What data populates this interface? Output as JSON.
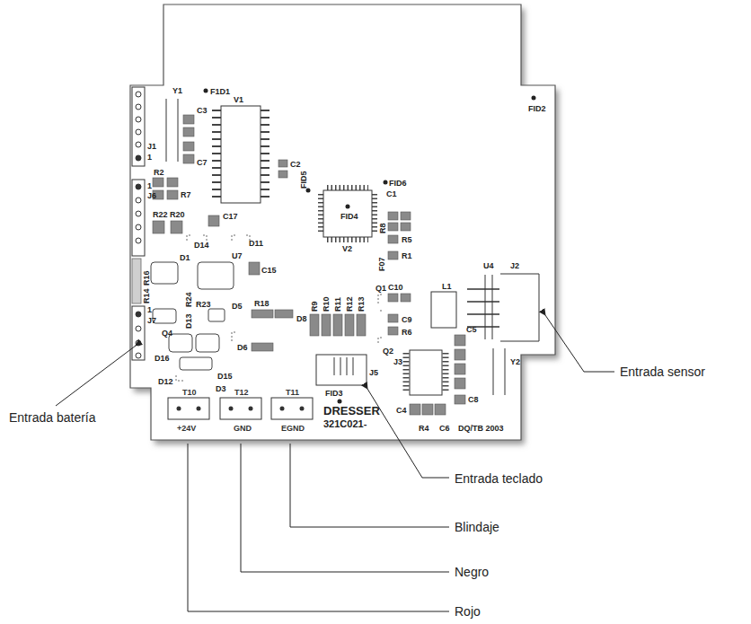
{
  "diagram": {
    "labels": [
      "Y1",
      "F1D1",
      "V1",
      "C3",
      "J1",
      "1",
      "C7",
      "C2",
      "FID5",
      "FID6",
      "C1",
      "FID4",
      "V2",
      "R8",
      "R5",
      "F07",
      "R1",
      "FID2",
      "R2",
      "1",
      "J6",
      "R7",
      "R22",
      "R20",
      "C17",
      "D14",
      "D11",
      "U7",
      "D1",
      "C15",
      "R14",
      "R16",
      "R24",
      "D13",
      "R23",
      "D5",
      "R18",
      "D8",
      "R9",
      "R10",
      "R11",
      "R12",
      "R13",
      "Q1",
      "C10",
      "L1",
      "U4",
      "J2",
      "C9",
      "R6",
      "Q2",
      "J3",
      "1",
      "J7",
      "Q4",
      "D16",
      "D6",
      "D15",
      "D12",
      "D3",
      "FID3",
      "J5",
      "T10",
      "T12",
      "T11",
      "+24V",
      "GND",
      "EGND",
      "DRESSER",
      "321C021-",
      "C5",
      "Y2",
      "C4",
      "C8",
      "R4",
      "C6",
      "DQ/TB 2003",
      "Entrada sensor",
      "Entrada batería",
      "Entrada teclado",
      "Blindaje",
      "Negro",
      "Rojo"
    ]
  }
}
